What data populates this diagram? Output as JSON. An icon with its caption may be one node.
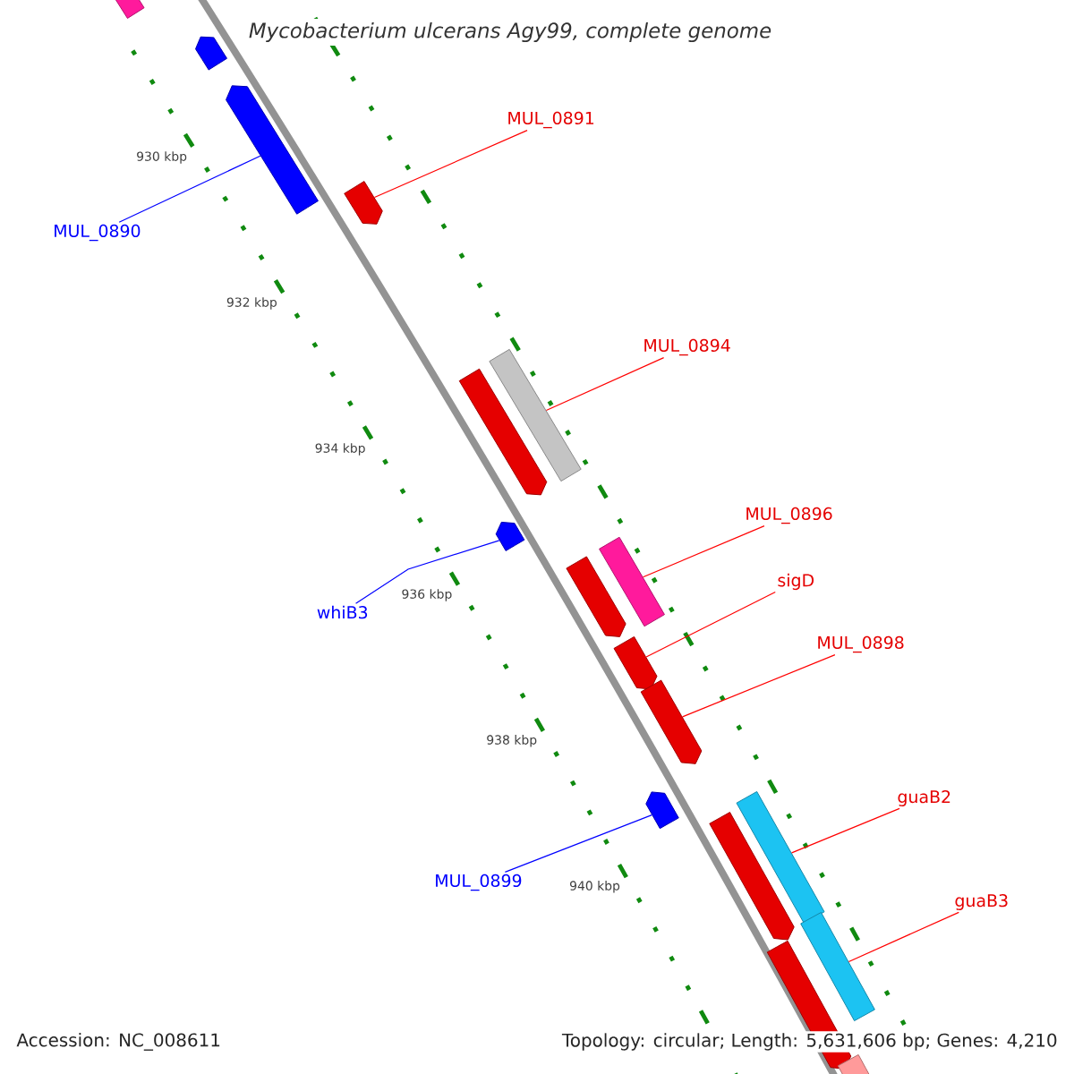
{
  "diagram": {
    "title": "Mycobacterium ulcerans Agy99, complete genome",
    "nodes": [
      {
        "text": [],
        "shape": "bar"
      },
      {
        "text": [],
        "shape": "pentagon"
      },
      {
        "text": [],
        "shape": "pentagon"
      },
      {
        "text": [],
        "shape": "pentagon"
      },
      {
        "text": [],
        "shape": "pentagon"
      },
      {
        "text": [],
        "shape": "bar"
      },
      {
        "text": [],
        "shape": "pentagon"
      },
      {
        "text": [],
        "shape": "pentagon"
      },
      {
        "text": [],
        "shape": "bar"
      },
      {
        "text": [],
        "shape": "pentagon"
      },
      {
        "text": [],
        "shape": "pentagon"
      },
      {
        "text": [],
        "shape": "pentagon"
      },
      {
        "text": [],
        "shape": "pentagon"
      },
      {
        "text": [],
        "shape": "bar"
      },
      {
        "text": [],
        "shape": "bar"
      },
      {
        "text": [],
        "shape": "pentagon"
      },
      {
        "text": [],
        "shape": "pentagon"
      },
      {
        "text": [
          "MUL_0890"
        ]
      },
      {
        "text": [
          "MUL_0891"
        ]
      },
      {
        "text": [
          "MUL_0894"
        ]
      },
      {
        "text": [
          "MUL_0896"
        ]
      },
      {
        "text": [
          "sigD"
        ]
      },
      {
        "text": [
          "MUL_0898"
        ]
      },
      {
        "text": [
          "whiB3"
        ]
      },
      {
        "text": [
          "MUL_0899"
        ]
      },
      {
        "text": [
          "guaB2"
        ]
      },
      {
        "text": [
          "guaB3"
        ]
      }
    ],
    "edges": [
      {
        "from": 17,
        "to": 2,
        "arrow": "none",
        "color": "#0000ff"
      },
      {
        "from": 18,
        "to": 3,
        "arrow": "none"
      },
      {
        "from": 19,
        "to": 5,
        "arrow": "none"
      },
      {
        "from": 20,
        "to": 8,
        "arrow": "none"
      },
      {
        "from": 21,
        "to": 9,
        "arrow": "none"
      },
      {
        "from": 22,
        "to": 10,
        "arrow": "none"
      },
      {
        "from": 23,
        "to": 6,
        "arrow": "none",
        "color": "#0000ff"
      },
      {
        "from": 24,
        "to": 11,
        "arrow": "none",
        "color": "#0000ff"
      },
      {
        "from": 25,
        "to": 13,
        "arrow": "none"
      },
      {
        "from": 26,
        "to": 14,
        "arrow": "none"
      }
    ],
    "labels": [
      "930 kbp",
      "932 kbp",
      "934 kbp",
      "936 kbp",
      "938 kbp",
      "940 kbp",
      "Accession: NC_008611",
      "Topology: circular; Length: 5,631,606 bp; Genes: 4,210"
    ]
  }
}
